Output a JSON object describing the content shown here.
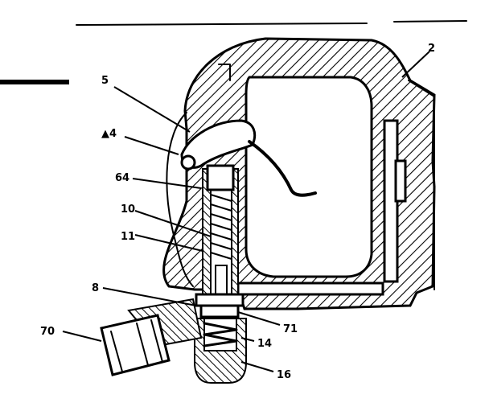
{
  "callouts": {
    "c2": "2",
    "c5": "5",
    "c4": "▲4",
    "c64": "64",
    "c10": "10",
    "c11": "11",
    "c8": "8",
    "c70": "70",
    "c71": "71",
    "c14": "14",
    "c16": "16"
  }
}
